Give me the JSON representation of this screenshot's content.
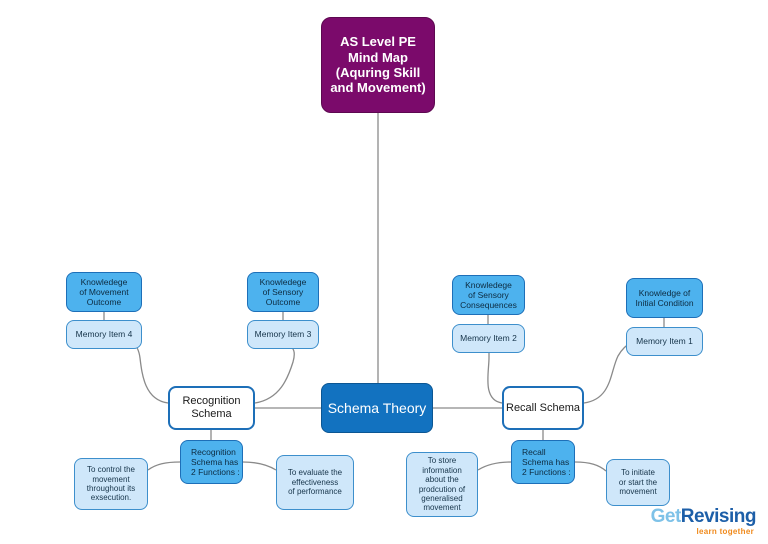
{
  "diagram": {
    "type": "mind-map",
    "background": "#ffffff",
    "colors": {
      "root_fill": "#7b0a6b",
      "central_fill": "#1272c0",
      "mid_fill": "#4db2ee",
      "pale_fill": "#cfe7fa",
      "node_border": "#1d6fb8",
      "edge_stroke": "#8a8a8a"
    },
    "root": {
      "label": "AS Level PE\nMind Map\n(Aquring Skill\nand Movement)"
    },
    "central": {
      "label": "Schema Theory"
    },
    "branches": [
      {
        "label": "Recognition\nSchema"
      },
      {
        "label": "Recall Schema"
      }
    ],
    "function_nodes": [
      {
        "label": "Recognition\nSchema has\n2 Functions :"
      },
      {
        "label": "Recall\nSchema has\n2 Functions :"
      }
    ],
    "knowledge_nodes": [
      {
        "label": "Knowledege\nof Movement\nOutcome"
      },
      {
        "label": "Knowledege\nof Sensory\nOutcome"
      },
      {
        "label": "Knowledege\nof Sensory\nConsequences"
      },
      {
        "label": "Knowledge of\nInitial Condition"
      }
    ],
    "memory_nodes": [
      {
        "label": "Memory Item 4"
      },
      {
        "label": "Memory Item 3"
      },
      {
        "label": "Memory Item 2"
      },
      {
        "label": "Memory Item 1"
      }
    ],
    "function_detail_nodes": [
      {
        "label": "To control the\nmovement\nthroughout its\nexsecution."
      },
      {
        "label": "To evaluate the\neffectiveness\nof performance"
      },
      {
        "label": "To store\ninformation\nabout the\nprodcution of\ngeneralised\nmovement"
      },
      {
        "label": "To initiate\nor start the\nmovement"
      }
    ]
  },
  "logo": {
    "get": "Get",
    "revising": "Revising",
    "tagline": "learn together"
  }
}
